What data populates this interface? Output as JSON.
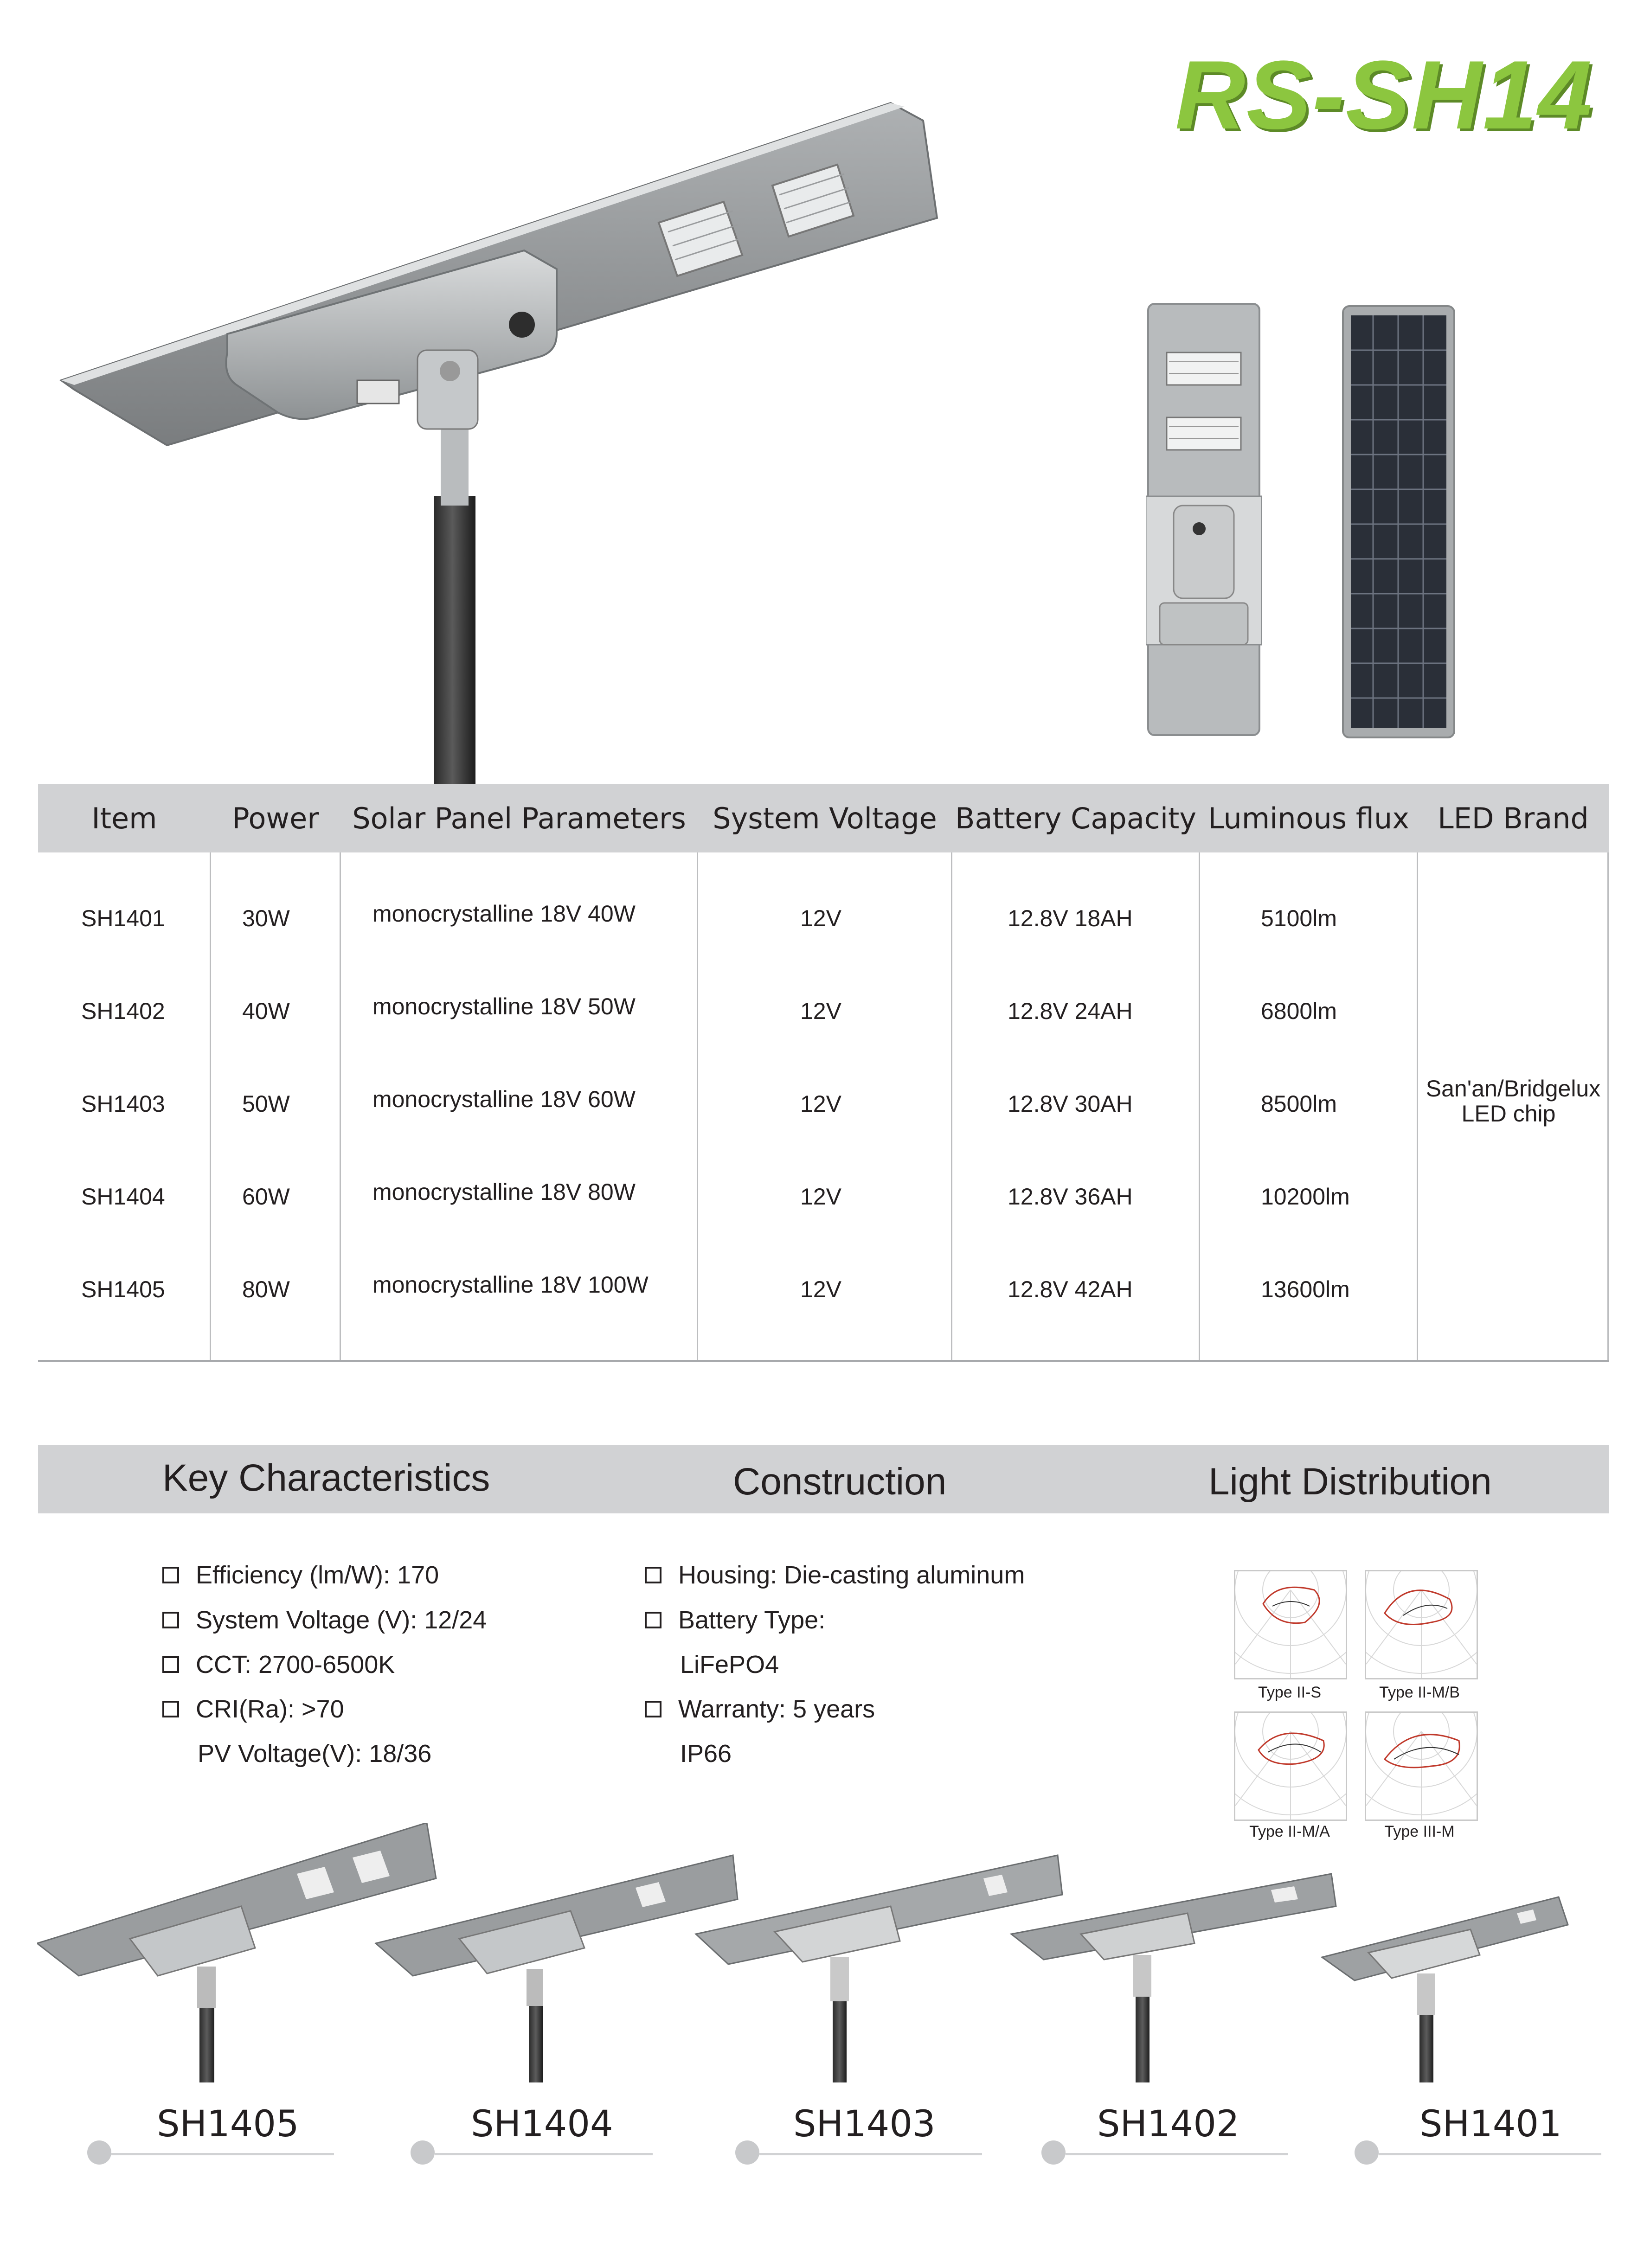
{
  "title": "RS-SH14",
  "spec_table": {
    "headers": [
      "Item",
      "Power",
      "Solar Panel Parameters",
      "System Voltage",
      "Battery Capacity",
      "Luminous flux",
      "LED Brand"
    ],
    "rows": [
      {
        "item": "SH1401",
        "power": "30W",
        "solar": "monocrystalline 18V 40W",
        "voltage": "12V",
        "battery": "12.8V 18AH",
        "flux": "5100lm"
      },
      {
        "item": "SH1402",
        "power": "40W",
        "solar": "monocrystalline 18V 50W",
        "voltage": "12V",
        "battery": "12.8V 24AH",
        "flux": "6800lm"
      },
      {
        "item": "SH1403",
        "power": "50W",
        "solar": "monocrystalline 18V 60W",
        "voltage": "12V",
        "battery": "12.8V 30AH",
        "flux": "8500lm"
      },
      {
        "item": "SH1404",
        "power": "60W",
        "solar": "monocrystalline 18V 80W",
        "voltage": "12V",
        "battery": "12.8V 36AH",
        "flux": "10200lm"
      },
      {
        "item": "SH1405",
        "power": "80W",
        "solar": "monocrystalline 18V 100W",
        "voltage": "12V",
        "battery": "12.8V 42AH",
        "flux": "13600lm"
      }
    ],
    "led_brand_line1": "San'an/Bridgelux",
    "led_brand_line2": "LED chip"
  },
  "sections": {
    "key_title": "Key Characteristics",
    "construction_title": "Construction",
    "distribution_title": "Light Distribution"
  },
  "key_characteristics": [
    "Efficiency (lm/W): 170",
    "System Voltage (V): 12/24",
    "CCT: 2700-6500K",
    "CRI(Ra): >70"
  ],
  "key_extra": "PV Voltage(V): 18/36",
  "construction": {
    "housing": "Housing: Die-casting aluminum",
    "battery_type": "Battery Type:",
    "battery_value": "LiFePO4",
    "warranty": "Warranty: 5 years",
    "ip": "IP66"
  },
  "distribution_types": [
    "Type II-S",
    "Type II-M/B",
    "Type II-M/A",
    "Type III-M"
  ],
  "models": [
    "SH1405",
    "SH1404",
    "SH1403",
    "SH1402",
    "SH1401"
  ],
  "colors": {
    "title_green": "#8cc63f",
    "header_gray": "#d1d2d4"
  }
}
